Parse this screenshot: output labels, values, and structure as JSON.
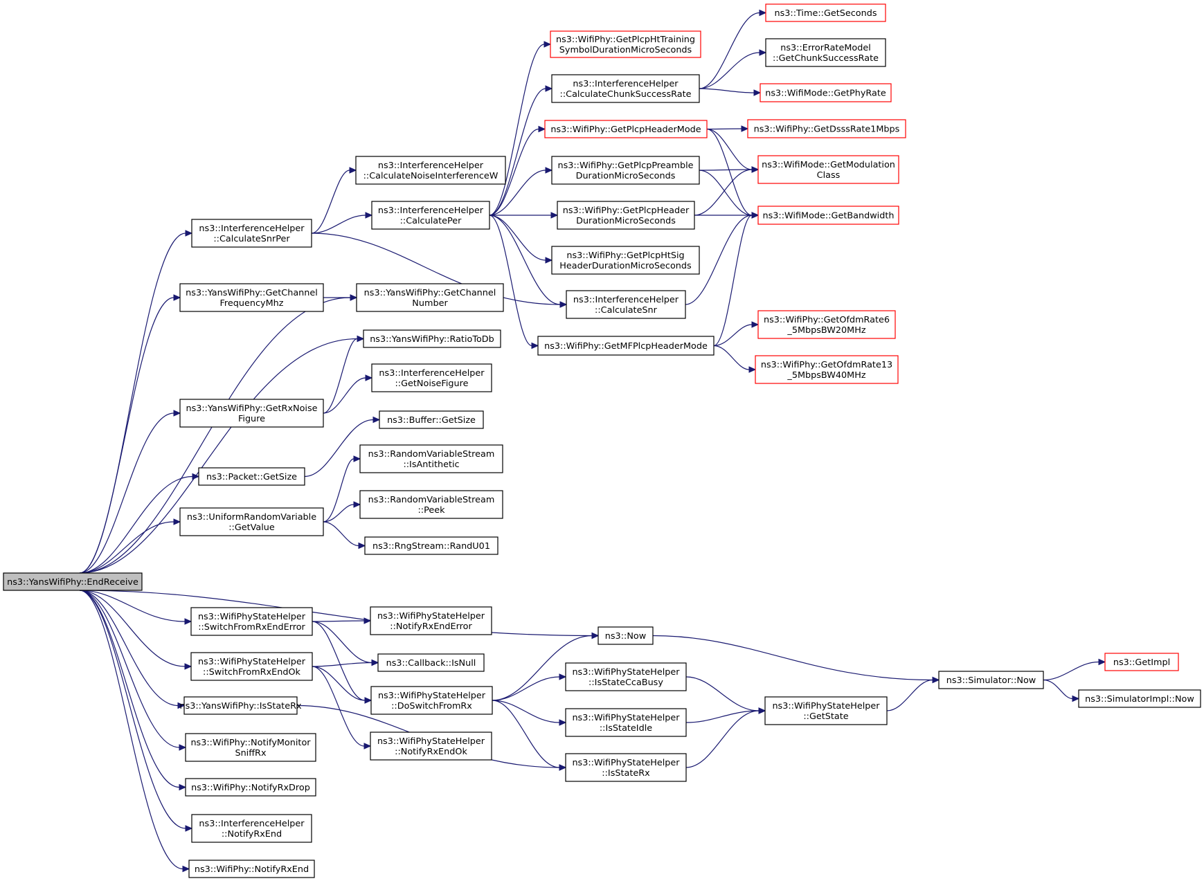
{
  "colors": {
    "edge": "#191970",
    "node_border": "#000000",
    "node_border_undocumented": "#ff0000",
    "root_fill": "#bfbfbf"
  },
  "nodes": [
    {
      "id": "root",
      "lines": [
        "ns3::YansWifiPhy::EndReceive"
      ],
      "style": "root"
    },
    {
      "id": "calcSnrPer",
      "lines": [
        "ns3::InterferenceHelper",
        "::CalculateSnrPer"
      ]
    },
    {
      "id": "getChFreq",
      "lines": [
        "ns3::YansWifiPhy::GetChannel",
        "FrequencyMhz"
      ]
    },
    {
      "id": "getChNum",
      "lines": [
        "ns3::YansWifiPhy::GetChannel",
        "Number"
      ]
    },
    {
      "id": "ratioToDb",
      "lines": [
        "ns3::YansWifiPhy::RatioToDb"
      ]
    },
    {
      "id": "getNoiseFig",
      "lines": [
        "ns3::InterferenceHelper",
        "::GetNoiseFigure"
      ]
    },
    {
      "id": "getRxNoiseFig",
      "lines": [
        "ns3::YansWifiPhy::GetRxNoise",
        "Figure"
      ]
    },
    {
      "id": "bufGetSize",
      "lines": [
        "ns3::Buffer::GetSize"
      ]
    },
    {
      "id": "pktGetSize",
      "lines": [
        "ns3::Packet::GetSize"
      ]
    },
    {
      "id": "isAntithetic",
      "lines": [
        "ns3::RandomVariableStream",
        "::IsAntithetic"
      ]
    },
    {
      "id": "peek",
      "lines": [
        "ns3::RandomVariableStream",
        "::Peek"
      ]
    },
    {
      "id": "uniGetValue",
      "lines": [
        "ns3::UniformRandomVariable",
        "::GetValue"
      ]
    },
    {
      "id": "randU01",
      "lines": [
        "ns3::RngStream::RandU01"
      ]
    },
    {
      "id": "calcNoiseIntW",
      "lines": [
        "ns3::InterferenceHelper",
        "::CalculateNoiseInterferenceW"
      ]
    },
    {
      "id": "calcPer",
      "lines": [
        "ns3::InterferenceHelper",
        "::CalculatePer"
      ]
    },
    {
      "id": "getPlcpHtTrain",
      "lines": [
        "ns3::WifiPhy::GetPlcpHtTraining",
        "SymbolDurationMicroSeconds"
      ],
      "style": "red"
    },
    {
      "id": "calcChunk",
      "lines": [
        "ns3::InterferenceHelper",
        "::CalculateChunkSuccessRate"
      ]
    },
    {
      "id": "getPlcpHdrMode",
      "lines": [
        "ns3::WifiPhy::GetPlcpHeaderMode"
      ],
      "style": "red"
    },
    {
      "id": "getPlcpPreamble",
      "lines": [
        "ns3::WifiPhy::GetPlcpPreamble",
        "DurationMicroSeconds"
      ]
    },
    {
      "id": "getPlcpHdrDur",
      "lines": [
        "ns3::WifiPhy::GetPlcpHeader",
        "DurationMicroSeconds"
      ]
    },
    {
      "id": "getPlcpHtSig",
      "lines": [
        "ns3::WifiPhy::GetPlcpHtSig",
        "HeaderDurationMicroSeconds"
      ]
    },
    {
      "id": "calcSnr",
      "lines": [
        "ns3::InterferenceHelper",
        "::CalculateSnr"
      ]
    },
    {
      "id": "getMfPlcp",
      "lines": [
        "ns3::WifiPhy::GetMFPlcpHeaderMode"
      ]
    },
    {
      "id": "timeGetSec",
      "lines": [
        "ns3::Time::GetSeconds"
      ],
      "style": "red"
    },
    {
      "id": "errGetChunk",
      "lines": [
        "ns3::ErrorRateModel",
        "::GetChunkSuccessRate"
      ]
    },
    {
      "id": "getPhyRate",
      "lines": [
        "ns3::WifiMode::GetPhyRate"
      ],
      "style": "red"
    },
    {
      "id": "getDsss",
      "lines": [
        "ns3::WifiPhy::GetDsssRate1Mbps"
      ],
      "style": "red"
    },
    {
      "id": "getModClass",
      "lines": [
        "ns3::WifiMode::GetModulation",
        "Class"
      ],
      "style": "red"
    },
    {
      "id": "getBw",
      "lines": [
        "ns3::WifiMode::GetBandwidth"
      ],
      "style": "red"
    },
    {
      "id": "getOfdm6",
      "lines": [
        "ns3::WifiPhy::GetOfdmRate6",
        "_5MbpsBW20MHz"
      ],
      "style": "red"
    },
    {
      "id": "getOfdm13",
      "lines": [
        "ns3::WifiPhy::GetOfdmRate13",
        "_5MbpsBW40MHz"
      ],
      "style": "red"
    },
    {
      "id": "swRxEndErr",
      "lines": [
        "ns3::WifiPhyStateHelper",
        "::SwitchFromRxEndError"
      ]
    },
    {
      "id": "notifyRxEndErr",
      "lines": [
        "ns3::WifiPhyStateHelper",
        "::NotifyRxEndError"
      ]
    },
    {
      "id": "swRxEndOk",
      "lines": [
        "ns3::WifiPhyStateHelper",
        "::SwitchFromRxEndOk"
      ]
    },
    {
      "id": "cbIsNull",
      "lines": [
        "ns3::Callback::IsNull"
      ]
    },
    {
      "id": "doSwitchRx",
      "lines": [
        "ns3::WifiPhyStateHelper",
        "::DoSwitchFromRx"
      ]
    },
    {
      "id": "notifyRxEndOk",
      "lines": [
        "ns3::WifiPhyStateHelper",
        "::NotifyRxEndOk"
      ]
    },
    {
      "id": "yansIsStateRx",
      "lines": [
        "ns3::YansWifiPhy::IsStateRx"
      ]
    },
    {
      "id": "notifyMon",
      "lines": [
        "ns3::WifiPhy::NotifyMonitor",
        "SniffRx"
      ]
    },
    {
      "id": "notifyRxDrop",
      "lines": [
        "ns3::WifiPhy::NotifyRxDrop"
      ]
    },
    {
      "id": "ihNotifyRxEnd",
      "lines": [
        "ns3::InterferenceHelper",
        "::NotifyRxEnd"
      ]
    },
    {
      "id": "wpNotifyRxEnd",
      "lines": [
        "ns3::WifiPhy::NotifyRxEnd"
      ]
    },
    {
      "id": "now",
      "lines": [
        "ns3::Now"
      ]
    },
    {
      "id": "isCcaBusy",
      "lines": [
        "ns3::WifiPhyStateHelper",
        "::IsStateCcaBusy"
      ]
    },
    {
      "id": "isIdle",
      "lines": [
        "ns3::WifiPhyStateHelper",
        "::IsStateIdle"
      ]
    },
    {
      "id": "isRx",
      "lines": [
        "ns3::WifiPhyStateHelper",
        "::IsStateRx"
      ]
    },
    {
      "id": "getState",
      "lines": [
        "ns3::WifiPhyStateHelper",
        "::GetState"
      ]
    },
    {
      "id": "simNow",
      "lines": [
        "ns3::Simulator::Now"
      ]
    },
    {
      "id": "getImpl",
      "lines": [
        "ns3::GetImpl"
      ],
      "style": "red"
    },
    {
      "id": "simImplNow",
      "lines": [
        "ns3::SimulatorImpl::Now"
      ]
    }
  ],
  "edges": [
    [
      "root",
      "calcSnrPer"
    ],
    [
      "root",
      "getChFreq"
    ],
    [
      "root",
      "getChNum"
    ],
    [
      "root",
      "ratioToDb"
    ],
    [
      "root",
      "getRxNoiseFig"
    ],
    [
      "root",
      "pktGetSize"
    ],
    [
      "root",
      "uniGetValue"
    ],
    [
      "root",
      "now"
    ],
    [
      "root",
      "swRxEndErr"
    ],
    [
      "root",
      "swRxEndOk"
    ],
    [
      "root",
      "yansIsStateRx"
    ],
    [
      "root",
      "notifyMon"
    ],
    [
      "root",
      "notifyRxDrop"
    ],
    [
      "root",
      "ihNotifyRxEnd"
    ],
    [
      "root",
      "wpNotifyRxEnd"
    ],
    [
      "calcSnrPer",
      "calcNoiseIntW"
    ],
    [
      "calcSnrPer",
      "calcPer"
    ],
    [
      "calcSnrPer",
      "calcSnr"
    ],
    [
      "getChFreq",
      "getChNum"
    ],
    [
      "getRxNoiseFig",
      "ratioToDb"
    ],
    [
      "getRxNoiseFig",
      "getNoiseFig"
    ],
    [
      "pktGetSize",
      "bufGetSize"
    ],
    [
      "uniGetValue",
      "isAntithetic"
    ],
    [
      "uniGetValue",
      "peek"
    ],
    [
      "uniGetValue",
      "randU01"
    ],
    [
      "calcPer",
      "getPlcpHtTrain"
    ],
    [
      "calcPer",
      "calcChunk"
    ],
    [
      "calcPer",
      "getPlcpHdrMode"
    ],
    [
      "calcPer",
      "getPlcpPreamble"
    ],
    [
      "calcPer",
      "getPlcpHdrDur"
    ],
    [
      "calcPer",
      "getPlcpHtSig"
    ],
    [
      "calcPer",
      "calcSnr"
    ],
    [
      "calcPer",
      "getMfPlcp"
    ],
    [
      "calcChunk",
      "timeGetSec"
    ],
    [
      "calcChunk",
      "errGetChunk"
    ],
    [
      "calcChunk",
      "getPhyRate"
    ],
    [
      "getPlcpHdrMode",
      "getDsss"
    ],
    [
      "getPlcpHdrMode",
      "getModClass"
    ],
    [
      "getPlcpHdrMode",
      "getBw"
    ],
    [
      "getPlcpPreamble",
      "getModClass"
    ],
    [
      "getPlcpPreamble",
      "getBw"
    ],
    [
      "getPlcpHdrDur",
      "getModClass"
    ],
    [
      "getPlcpHdrDur",
      "getBw"
    ],
    [
      "calcSnr",
      "getBw"
    ],
    [
      "getMfPlcp",
      "getBw"
    ],
    [
      "getMfPlcp",
      "getOfdm6"
    ],
    [
      "getMfPlcp",
      "getOfdm13"
    ],
    [
      "swRxEndErr",
      "notifyRxEndErr"
    ],
    [
      "swRxEndErr",
      "cbIsNull"
    ],
    [
      "swRxEndErr",
      "doSwitchRx"
    ],
    [
      "swRxEndOk",
      "cbIsNull"
    ],
    [
      "swRxEndOk",
      "doSwitchRx"
    ],
    [
      "swRxEndOk",
      "notifyRxEndOk"
    ],
    [
      "yansIsStateRx",
      "isRx"
    ],
    [
      "doSwitchRx",
      "now"
    ],
    [
      "doSwitchRx",
      "isCcaBusy"
    ],
    [
      "doSwitchRx",
      "isIdle"
    ],
    [
      "doSwitchRx",
      "isRx"
    ],
    [
      "now",
      "simNow"
    ],
    [
      "isCcaBusy",
      "getState"
    ],
    [
      "isIdle",
      "getState"
    ],
    [
      "isRx",
      "getState"
    ],
    [
      "getState",
      "simNow"
    ],
    [
      "simNow",
      "getImpl"
    ],
    [
      "simNow",
      "simImplNow"
    ]
  ]
}
